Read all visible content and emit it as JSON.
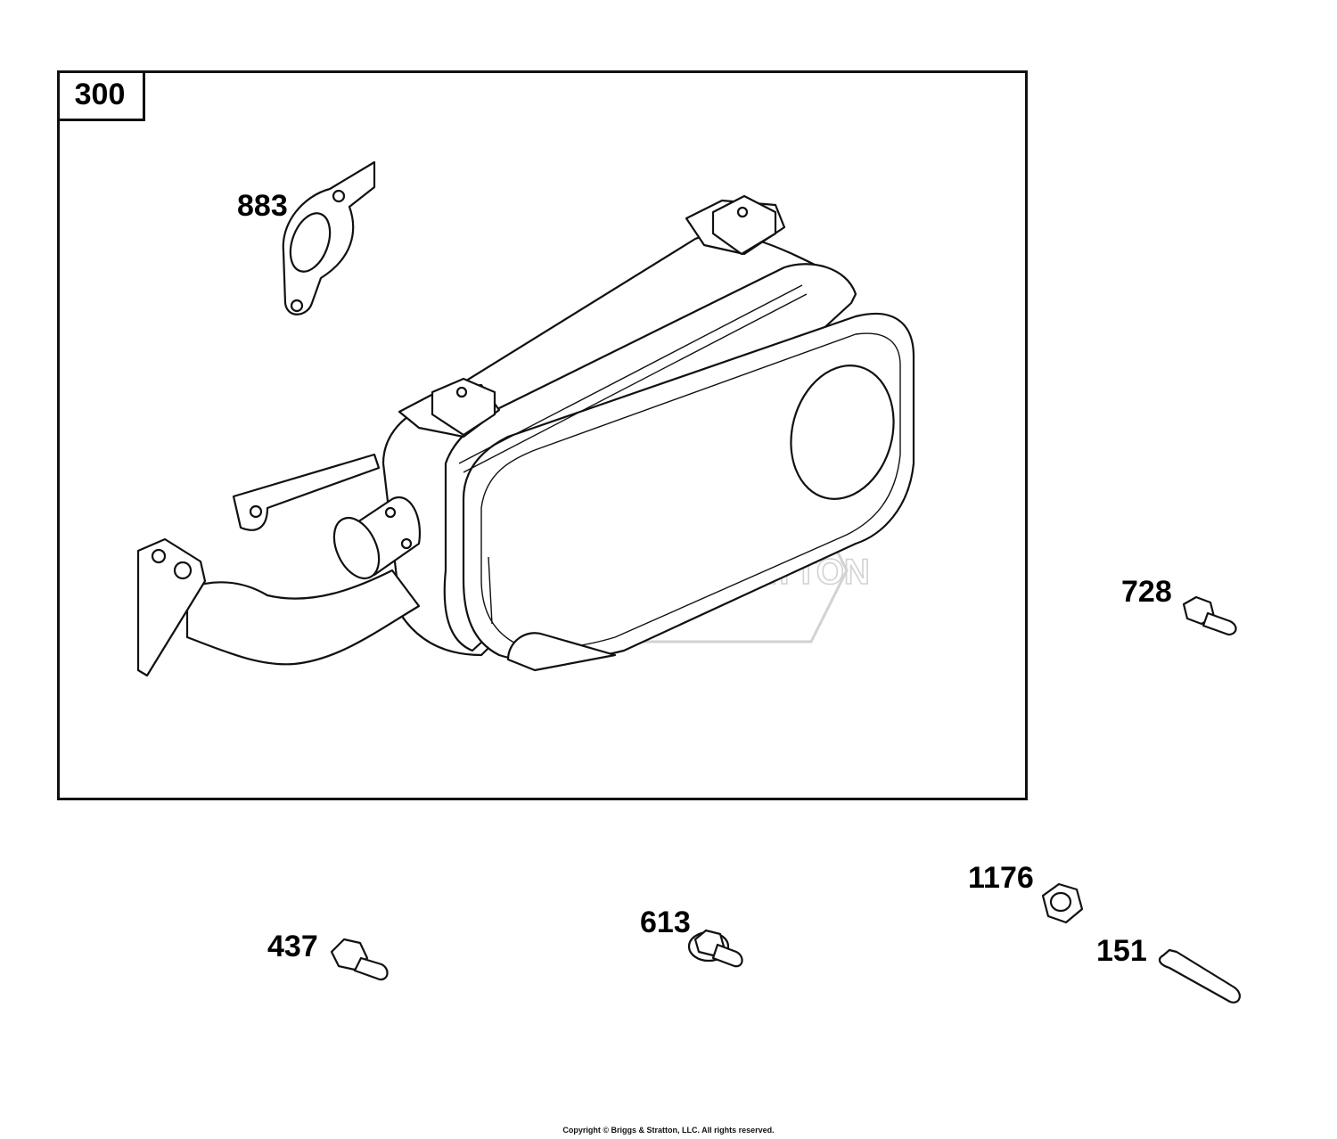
{
  "assembly": {
    "number": "300"
  },
  "callouts": {
    "gasket": "883",
    "screw_728": "728",
    "nut": "1176",
    "screw_437": "437",
    "screw_613": "613",
    "stud": "151"
  },
  "watermark": {
    "text": "BRIGGS&STRATTON",
    "icon": "briggs-stratton-logo-watermark"
  },
  "footer": {
    "copyright": "Copyright © Briggs & Stratton, LLC. All rights reserved."
  },
  "colors": {
    "line": "#111111",
    "watermark": "#d2d2d2",
    "background": "#ffffff"
  }
}
